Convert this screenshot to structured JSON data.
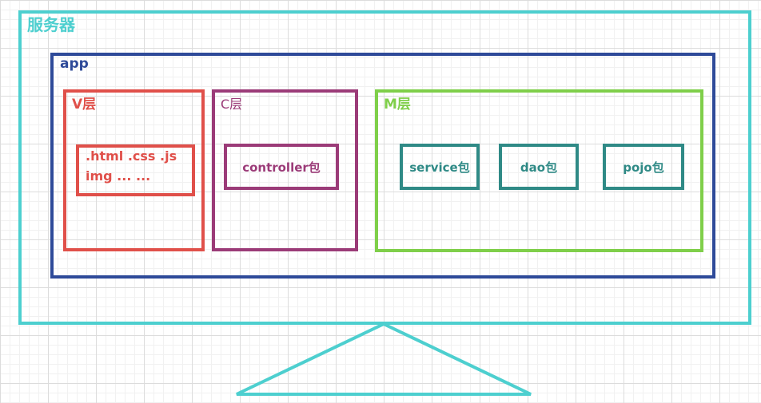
{
  "server": {
    "title": "服务器"
  },
  "app": {
    "title": "app"
  },
  "v_layer": {
    "title": "V层",
    "resources_line1": ".html .css .js",
    "resources_line2": "img  ... ..."
  },
  "c_layer": {
    "title": "C层",
    "package": "controller包"
  },
  "m_layer": {
    "title": "M层",
    "packages": [
      "service包",
      "dao包",
      "pojo包"
    ]
  },
  "colors": {
    "server": "#4dcfcf",
    "app": "#2e4a99",
    "v_layer": "#e0504a",
    "c_layer": "#9b3b78",
    "m_layer": "#7fcf4a",
    "m_packages": "#2f8a86"
  }
}
